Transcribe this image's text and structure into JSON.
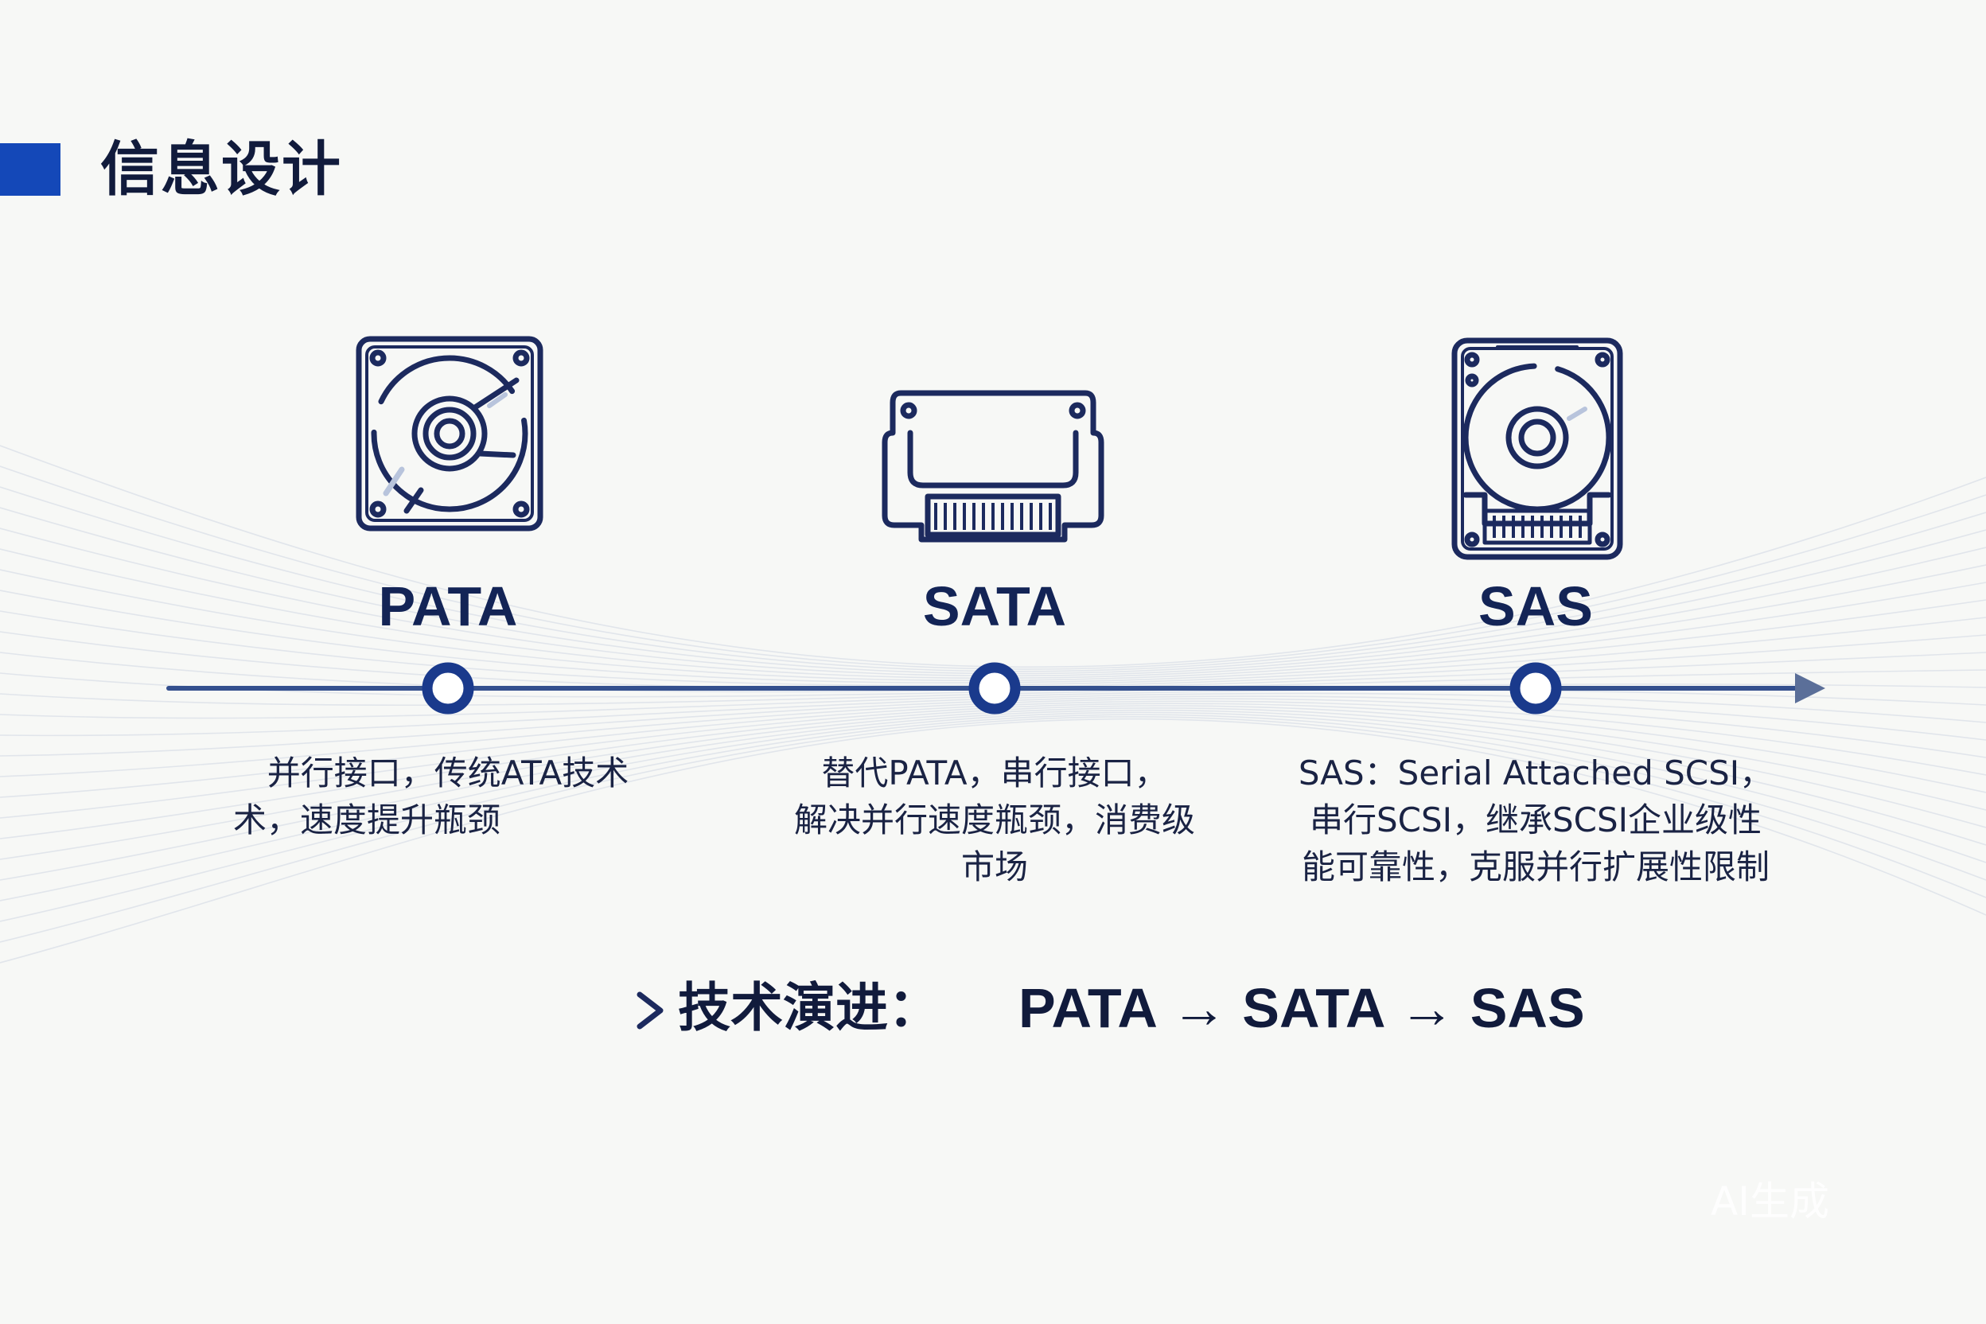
{
  "page": {
    "title": "信息设计"
  },
  "stages": [
    {
      "label": "PATA",
      "icon": "hard-disk-drive-icon",
      "description": [
        "并行接口，传统ATA技术",
        "术，速度提升瓶颈"
      ]
    },
    {
      "label": "SATA",
      "icon": "sata-drive-icon",
      "description": [
        "替代PATA，串行接口，",
        "解决并行速度瓶颈，消费级",
        "市场"
      ]
    },
    {
      "label": "SAS",
      "icon": "sas-drive-icon",
      "description": [
        "SAS：Serial Attached SCSI，",
        "串行SCSI，继承SCSI企业级性",
        "能可靠性，克服并行扩展性限制"
      ]
    }
  ],
  "footer": {
    "label": "技术演进：",
    "flow": "PATA → SATA → SAS"
  },
  "watermark": "AI生成",
  "colors": {
    "accent": "#1448b8",
    "primary": "#1a3a8c",
    "text": "#111b3c",
    "timeline": "#34508e",
    "icon_stroke": "#1c2a5e"
  }
}
